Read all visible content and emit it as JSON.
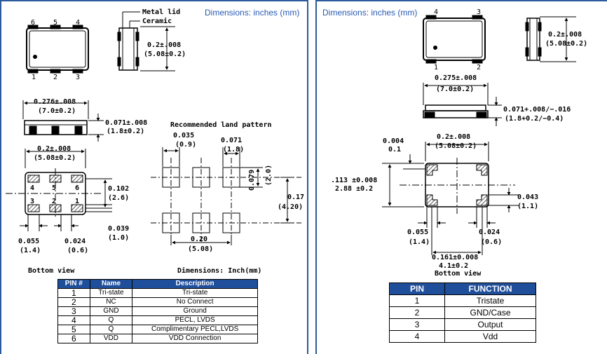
{
  "left": {
    "header": "Dimensions: inches (mm)",
    "top_view_pins": {
      "p6": "6",
      "p5": "5",
      "p4": "4",
      "p1": "1",
      "p2": "2",
      "p3": "3"
    },
    "side_labels": {
      "metal_lid": "Metal lid",
      "ceramic": "Ceramic"
    },
    "height_dim": {
      "inch": "0.2±.008",
      "mm": "(5.08±0.2)"
    },
    "width_dim": {
      "inch": "0.276±.008",
      "mm": "(7.0±0.2)"
    },
    "thickness_dim": {
      "inch": "0.071±.008",
      "mm": "(1.8±0.2)"
    },
    "bottom_width_dim": {
      "inch": "0.2±.008",
      "mm": "(5.08±0.2)"
    },
    "bottom_pins": {
      "p4": "4",
      "p5": "5",
      "p6": "6",
      "p3": "3",
      "p2": "2",
      "p1": "1"
    },
    "pad_pitch": {
      "inch": "0.102",
      "mm": "(2.6)"
    },
    "pad_height": {
      "inch": "0.039",
      "mm": "(1.0)"
    },
    "pad_width": {
      "inch": "0.055",
      "mm": "(1.4)"
    },
    "pad_gap": {
      "inch": "0.024",
      "mm": "(0.6)"
    },
    "bottom_view_label": "Bottom view",
    "land_pattern": {
      "title": "Recommended land pattern",
      "pad_w": {
        "inch": "0.035",
        "mm": "(0.9)"
      },
      "pad_pitch": {
        "inch": "0.071",
        "mm": "(1.8)"
      },
      "pad_h": {
        "inch": "0.079",
        "mm": "(2.0)"
      },
      "row_pitch": {
        "inch": "0.17",
        "mm": "(4.20)"
      },
      "total_w": {
        "inch": "0.20",
        "mm": "(5.08)"
      }
    },
    "dims_label": "Dimensions: Inch(mm)",
    "table": {
      "headers": [
        "PIN #",
        "Name",
        "Description"
      ],
      "rows": [
        [
          "1",
          "Tri-state",
          "Tri-state"
        ],
        [
          "2",
          "NC",
          "No Connect"
        ],
        [
          "3",
          "GND",
          "Ground"
        ],
        [
          "4",
          "Q",
          "PECL, LVDS"
        ],
        [
          "5",
          "Q̄",
          "Complimentary PECL,LVDS"
        ],
        [
          "6",
          "VDD",
          "VDD Connection"
        ]
      ]
    }
  },
  "right": {
    "header": "Dimensions: inches (mm)",
    "top_view_pins": {
      "p4": "4",
      "p3": "3",
      "p1": "1",
      "p2": "2"
    },
    "height_dim": {
      "inch": "0.2±.008",
      "mm": "(5.08±0.2)"
    },
    "width_dim": {
      "inch": "0.275±.008",
      "mm": "(7.0±0.2)"
    },
    "thickness_dim": {
      "inch": "0.071+.008/−.016",
      "mm": "(1.8+0.2/−0.4)"
    },
    "corner_dim": {
      "inch": "0.004",
      "mm": "0.1"
    },
    "bottom_width_dim": {
      "inch": "0.2±.008",
      "mm": "(5.08±0.2)"
    },
    "bottom_height_dim": {
      "inch": ".113 ±0.008",
      "mm": "2.88 ±0.2"
    },
    "pad_height": {
      "inch": "0.043",
      "mm": "(1.1)"
    },
    "pad_width": {
      "inch": "0.055",
      "mm": "(1.4)"
    },
    "pad_gap": {
      "inch": "0.024",
      "mm": "(0.6)"
    },
    "pad_pitch": {
      "inch": "0.161±0.008",
      "mm": "4.1±0.2"
    },
    "bottom_view_label": "Bottom view",
    "table": {
      "headers": [
        "PIN",
        "FUNCTION"
      ],
      "rows": [
        [
          "1",
          "Tristate"
        ],
        [
          "2",
          "GND/Case"
        ],
        [
          "3",
          "Output"
        ],
        [
          "4",
          "Vdd"
        ]
      ]
    }
  }
}
